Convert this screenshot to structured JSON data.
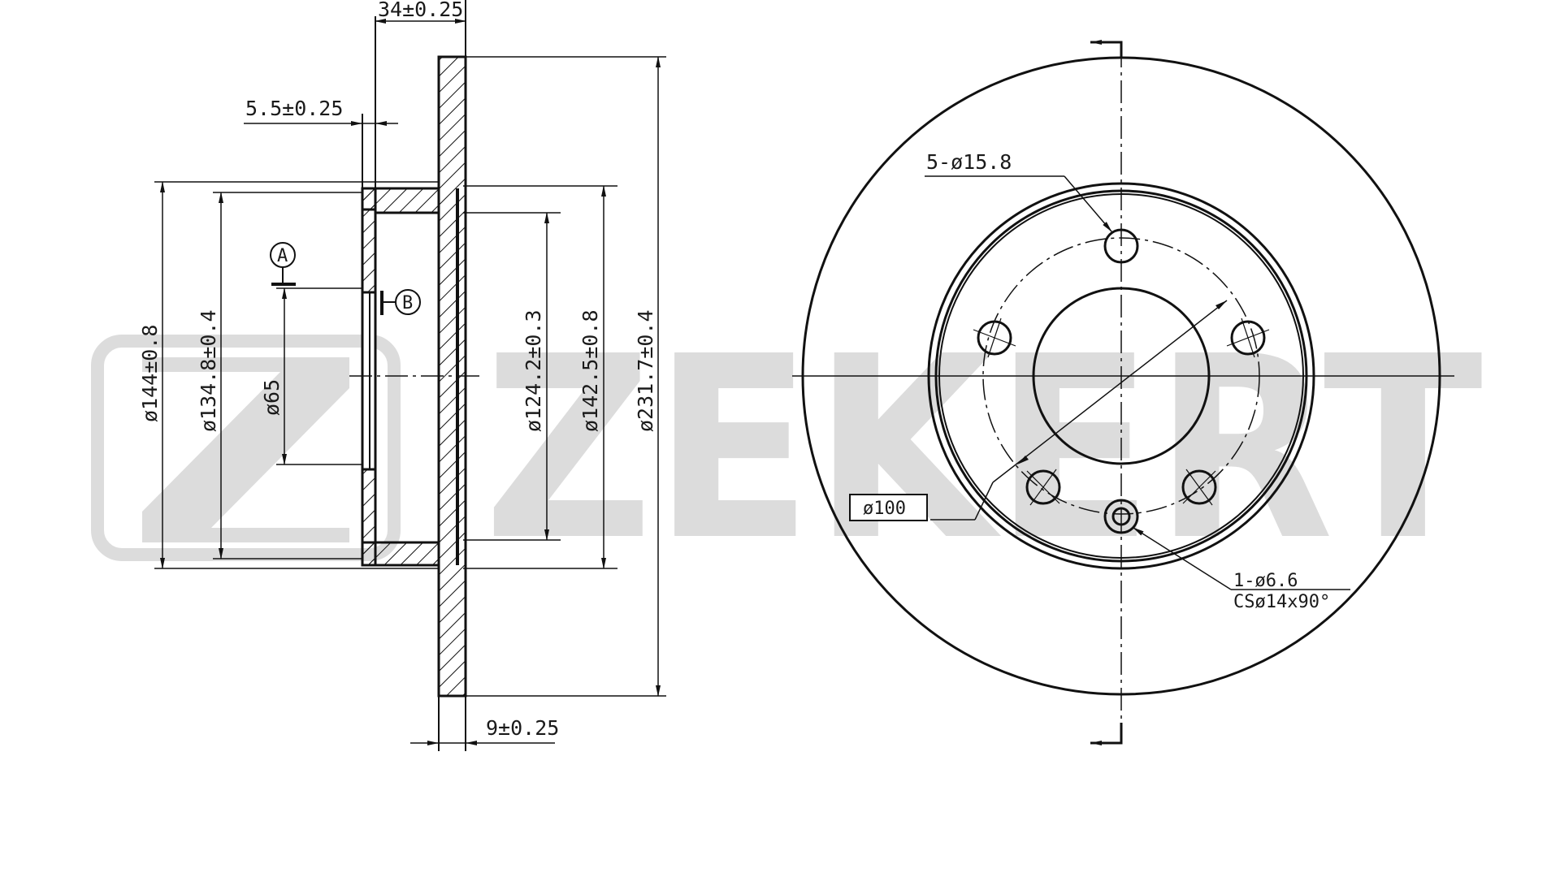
{
  "watermark": {
    "brand": "ZEKERT",
    "color": "#dcdcdc"
  },
  "side_view": {
    "dimensions": {
      "overall_height": "34±0.25",
      "hat_thickness": "5.5±0.25",
      "disc_thickness": "9±0.25",
      "d_outer_hat": "ø144±0.8",
      "d_hat_inner": "ø134.8±0.4",
      "d_center_bore": "ø65",
      "d_friction_inner": "ø124.2±0.3",
      "d_friction_hub": "ø142.5±0.8",
      "d_disc_outer": "ø231.7±0.4"
    },
    "datums": {
      "a": "A",
      "b": "B"
    }
  },
  "front_view": {
    "callouts": {
      "bolt_holes": "5-ø15.8",
      "pitch_circle": "ø100",
      "set_screw_line1": "1-ø6.6",
      "set_screw_line2": "CSø14x90°"
    }
  }
}
